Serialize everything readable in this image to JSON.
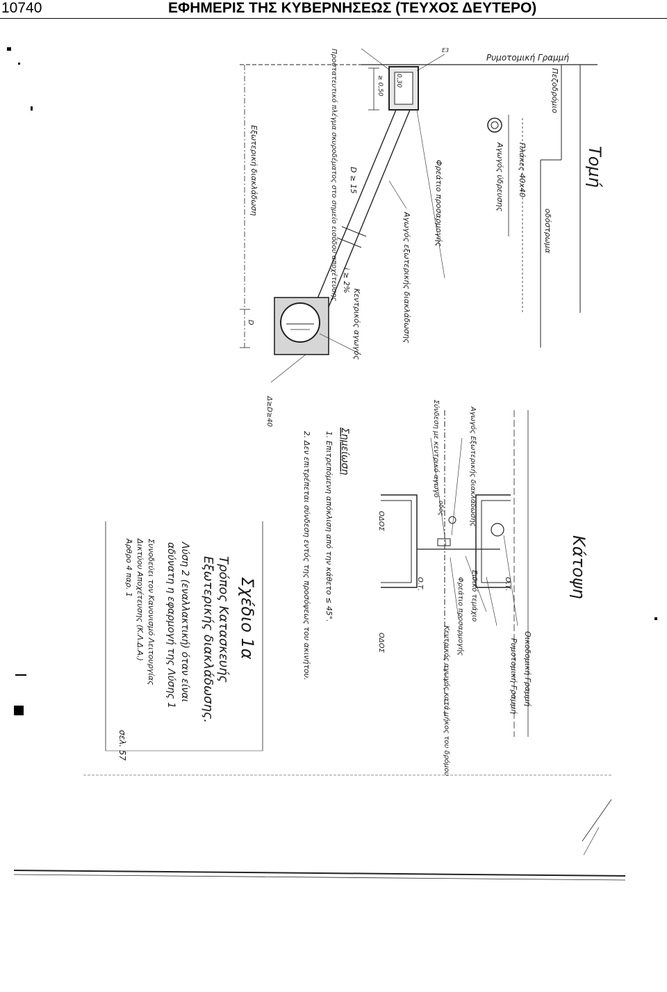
{
  "header": {
    "page_number": "10740",
    "title": "ΕΦΗΜΕΡΙΣ ΤΗΣ ΚΥΒΕΡΝΗΣΕΩΣ (ΤΕΥΧΟΣ ΔΕΥΤΕΡΟ)"
  },
  "section": {
    "tomi": "Τομή",
    "katopsi": "Κάτοψη"
  },
  "labels": {
    "rymotomiki_grammi": "Ρυμοτομική Γραμμή",
    "pezodromio": "Πεζοδρόμιο",
    "odostroma": "οδόστρωμα",
    "plakes": "Πλάκες 40x40",
    "agogos_ydreusis": "Αγωγός ύδρευσης",
    "freatio": "Φρεάτιο προσαρμογής",
    "agogos_exoterikis": "Αγωγός εξωτερικής διακλάδωσης",
    "i_min": "i ≥ 2%",
    "d_min": "D ≥ 15",
    "kentrikos_agogos": "Κεντρικός αγωγός",
    "prostateftiko": "Προστατευτικό πλέγμα σκυροδέματος στο σημείο εισόδου αποχέτευσης",
    "exoteriki_diaklados": "Εξωτερική διακλάδωση",
    "dim_030": "0,30",
    "dim_050": "≥ 0,50",
    "dim_D": "D",
    "diameter_note": "Δ≥D≥40",
    "e3": "E3"
  },
  "plan": {
    "oikodomiki": "Οικοδομική Γραμμή",
    "rymotomiki": "Ρυμοτομική Γραμμή",
    "odos_left": "ΟΔΟΣ",
    "odos_right": "ΟΔΟΣ",
    "o_t_left": "Ο.Τ.",
    "o_t_right": "Ο.Τ.",
    "agogos_plan": "Αγωγός Εξωτερικής διακλάδωσης",
    "syndesi": "Σύνδεση με κεντρικό αγωγό",
    "eidiko": "Ειδικό τεμάχιο",
    "freatio_plan": "Φρεάτιο προσαρμογής",
    "kentrikos_plan": "Κεντρικός αγωγός κατά μήκος του δρόμου",
    "odos_short": "οδός"
  },
  "notes": {
    "title": "Σημείωση",
    "n1": "1. Επιτρεπόμενη απόκλιση από την κάθετο ≤ 45°.",
    "n2": "2. Δεν επιτρέπεται σύνδεση εντός της προσόψεως του ακινήτου."
  },
  "title_block": {
    "drawing_name": "Σχέδιο 1α",
    "line1": "Τρόπος Κατασκευής",
    "line2": "Εξωτερικής διακλάδωσης.",
    "line3": "Λύση 2 (εναλλακτική) όταν είναι",
    "line4": "αδύνατη η εφαρμογή της Λύσης 1",
    "line5": "Συνοδεύει τον Κανονισμό Λειτουργίας",
    "line6": "Δικτύου Αποχέτευσης (Κ.Λ.Δ.Α.)",
    "line7": "Άρθρο 4 παρ. 1",
    "sheet": "σελ. 57"
  }
}
